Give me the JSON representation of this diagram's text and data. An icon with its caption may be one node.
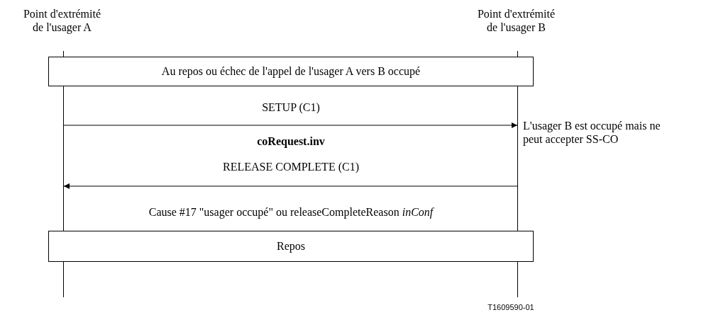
{
  "diagram": {
    "nodes": [
      {
        "text": [],
        "shape": "bar",
        "beside": [
          "Point d'extrémité de l'usager A"
        ]
      },
      {
        "text": [],
        "shape": "bar",
        "beside": [
          "Point d'extrémité de l'usager B"
        ]
      },
      {
        "text": [
          "Au repos ou échec de l'appel de l'usager A vers B occupé"
        ]
      },
      {
        "text": [
          "Repos"
        ]
      }
    ],
    "edges": [
      {
        "from": 0,
        "to": 1,
        "arrow": "to",
        "label": "SETUP (C1)"
      },
      {
        "from": 1,
        "to": 0,
        "arrow": "to",
        "label": "RELEASE COMPLETE (C1)"
      }
    ],
    "labels": [
      "L'usager B est occupé mais ne peut accepter SS-CO",
      "coRequest.inv",
      "Cause #17 \"usager occupé\" ou releaseCompleteReason *inConf*",
      "T1609590-01"
    ]
  }
}
